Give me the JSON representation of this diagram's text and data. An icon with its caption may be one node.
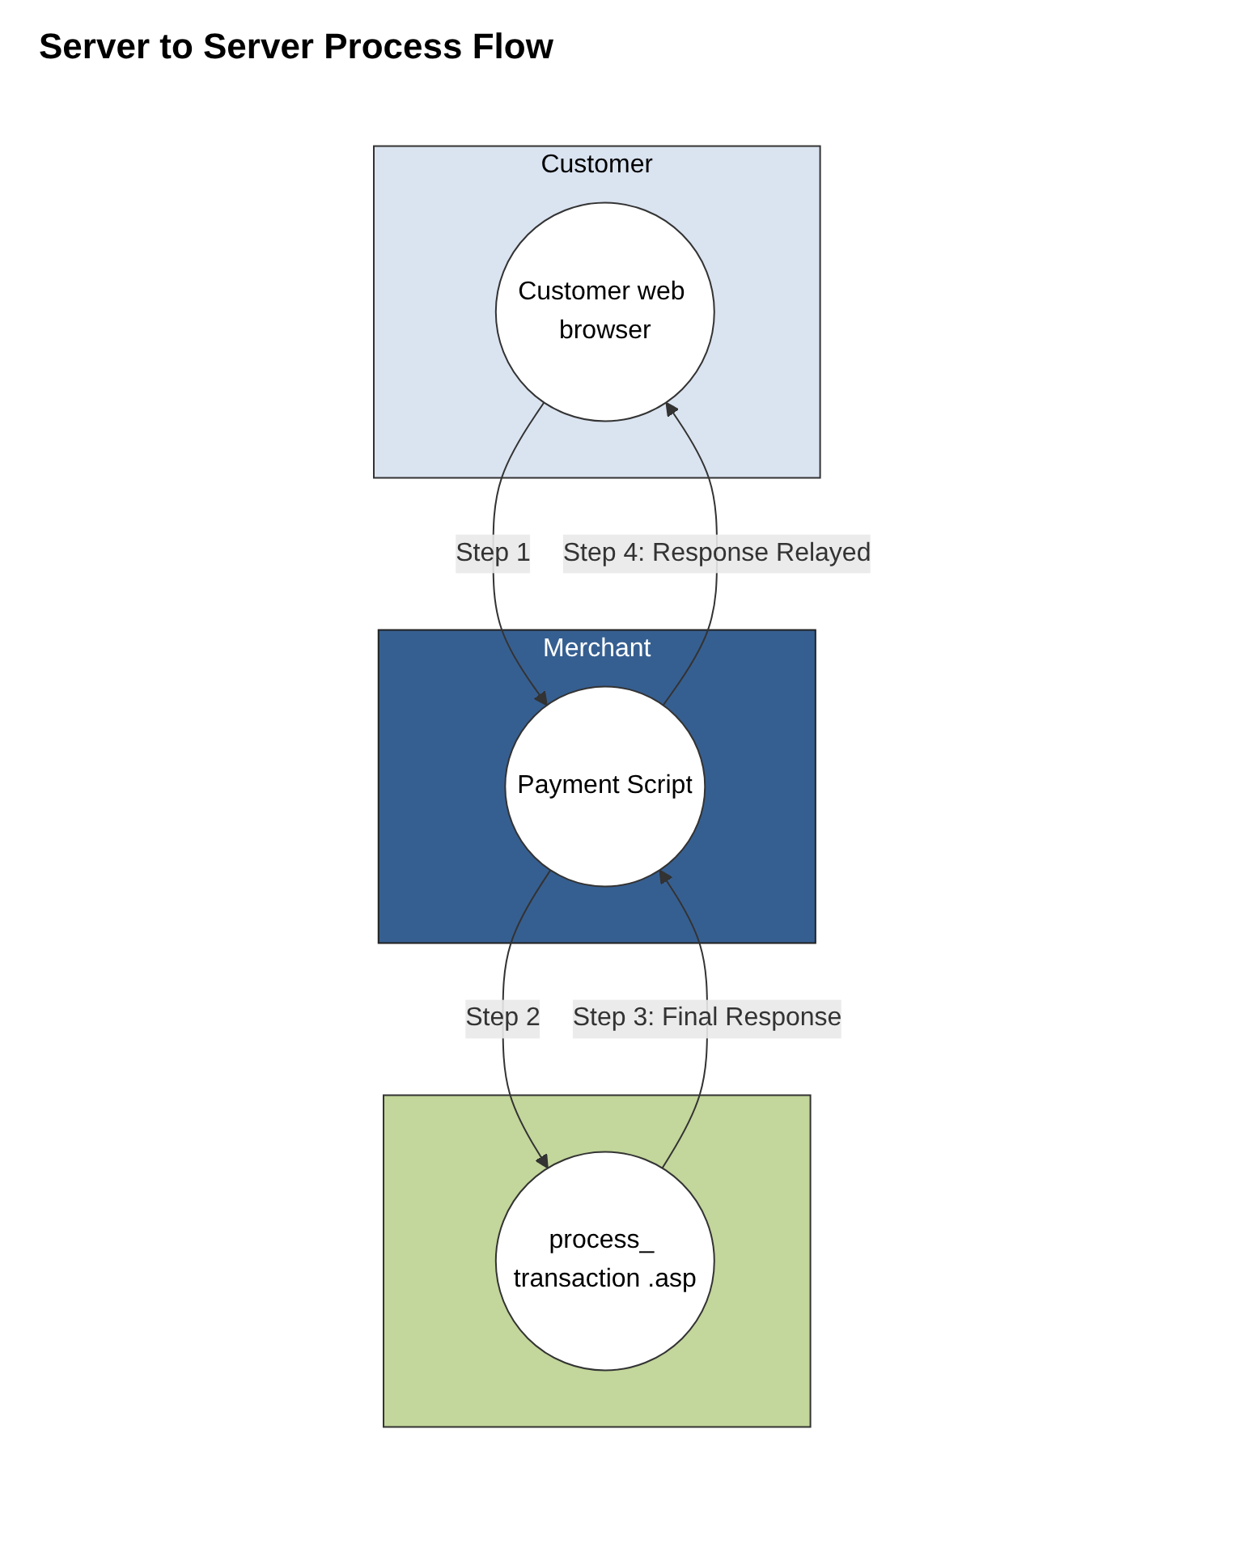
{
  "diagram": {
    "title": "Server to Server Process Flow",
    "nodes": [
      {
        "text": [
          "Customer"
        ]
      },
      {
        "text": [
          "Customer web browser"
        ],
        "in": 0
      },
      {
        "text": [
          "Merchant"
        ]
      },
      {
        "text": [
          "Payment Script"
        ],
        "in": 2
      },
      {
        "text": [],
        "shape": "box"
      },
      {
        "text": [
          "process_ transaction .asp"
        ],
        "in": 4
      }
    ],
    "edges": [
      {
        "from": 1,
        "to": 3,
        "arrow": "to",
        "label": "Step 1"
      },
      {
        "from": 3,
        "to": 5,
        "arrow": "to",
        "label": "Step 2"
      },
      {
        "from": 5,
        "to": 3,
        "arrow": "to",
        "label": "Step 3: Final Response"
      },
      {
        "from": 3,
        "to": 1,
        "arrow": "to",
        "label": "Step 4: Response Relayed"
      }
    ]
  }
}
